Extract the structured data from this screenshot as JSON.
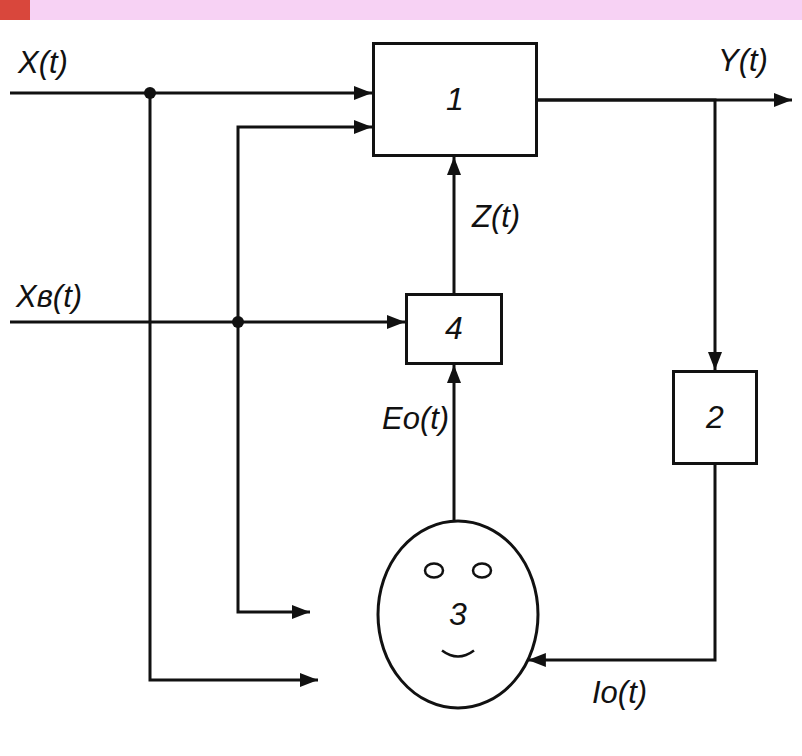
{
  "diagram": {
    "nodes": [
      {
        "text": [
          "1"
        ]
      },
      {
        "text": [
          "4"
        ]
      },
      {
        "text": [
          "2"
        ]
      },
      {
        "text": [
          "3"
        ]
      }
    ],
    "edges": [
      {
        "from": 1,
        "to": 0,
        "label": "Z(t)",
        "arrow": "to"
      },
      {
        "from": 3,
        "to": 1,
        "label": "Eо(t)",
        "arrow": "to"
      },
      {
        "from": 0,
        "to": 2,
        "arrow": "to"
      },
      {
        "from": 2,
        "to": 3,
        "label": "Iо(t)",
        "arrow": "to"
      }
    ],
    "labels": [
      "X(t)",
      "Xв(t)",
      "Y(t)"
    ]
  }
}
